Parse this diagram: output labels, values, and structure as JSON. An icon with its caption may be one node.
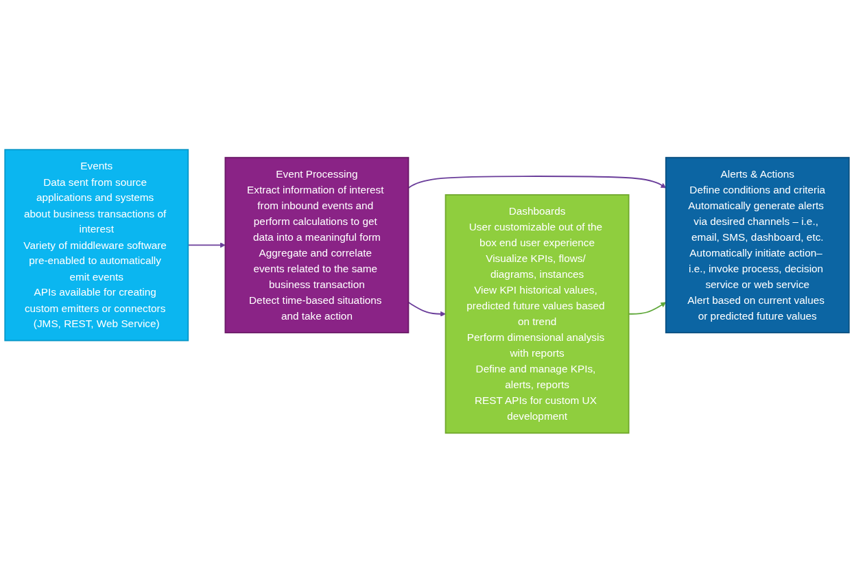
{
  "diagram": {
    "nodes": [
      {
        "text": [
          "Events",
          "Data sent from source applications and systems about business transactions of interest",
          "Variety of middleware software pre-enabled to automatically emit events",
          "APIs available for creating custom emitters or connectors (JMS, REST, Web Service)"
        ]
      },
      {
        "text": [
          "Event Processing",
          "Extract information of interest from inbound events and perform calculations to get data into a meaningful form",
          "Aggregate and correlate events related to the same business transaction",
          "Detect time-based situations and take action"
        ]
      },
      {
        "text": [
          "Dashboards",
          "User customizable out of the box end user experience",
          "Visualize KPIs, flows/ diagrams, instances",
          "View KPI historical values, predicted future values based on trend",
          "Perform dimensional analysis with reports",
          "Define and manage KPIs, alerts, reports",
          "REST APIs for custom UX development"
        ]
      },
      {
        "text": [
          "Alerts & Actions",
          "Define conditions and criteria",
          "Automatically generate alerts via desired channels – i.e., email, SMS, dashboard, etc.",
          "Automatically initiate action– i.e., invoke process, decision service or web service",
          "Alert based on current values or predicted future values"
        ]
      }
    ],
    "edges": [
      {
        "from": 0,
        "to": 1,
        "arrow": "to"
      },
      {
        "from": 1,
        "to": 2,
        "arrow": "to"
      },
      {
        "from": 1,
        "to": 3,
        "arrow": "to"
      },
      {
        "from": 2,
        "to": 3,
        "arrow": "to",
        "color": "#5fa83a"
      }
    ]
  }
}
